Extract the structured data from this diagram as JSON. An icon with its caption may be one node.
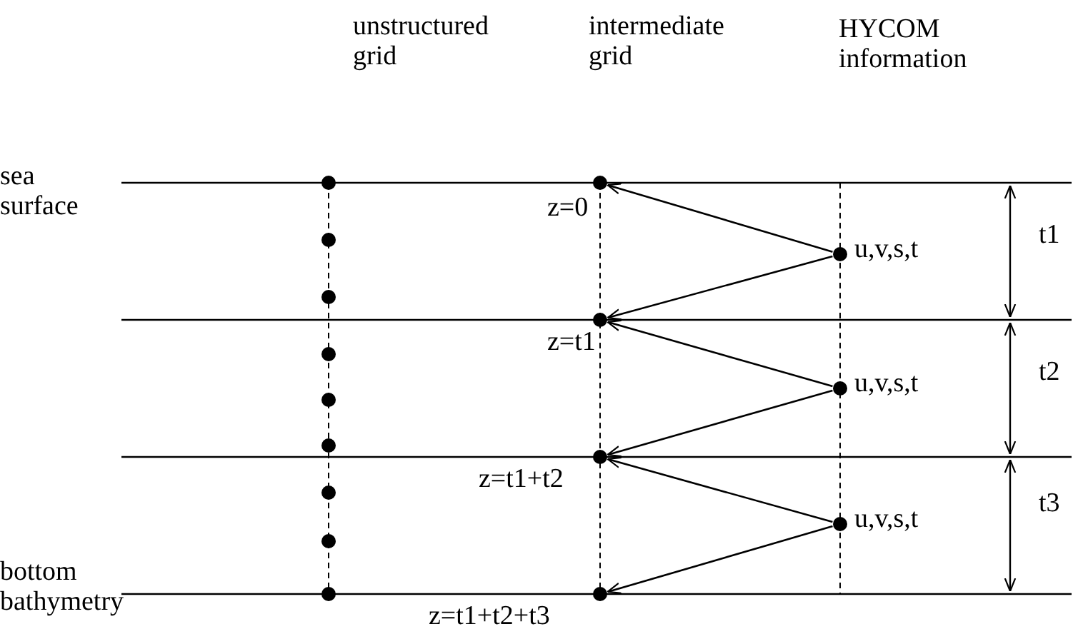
{
  "diagram": {
    "nodes": [
      {
        "text": [],
        "shape": "circle",
        "beside": [
          "z=0"
        ]
      },
      {
        "text": [],
        "shape": "circle",
        "beside": [
          "z=t1"
        ]
      },
      {
        "text": [],
        "shape": "circle",
        "beside": [
          "z=t1+t2"
        ]
      },
      {
        "text": [],
        "shape": "circle",
        "beside": [
          "z=t1+t2+t3"
        ]
      },
      {
        "text": [],
        "shape": "circle",
        "beside": [
          "u,v,s,t"
        ]
      },
      {
        "text": [],
        "shape": "circle",
        "beside": [
          "u,v,s,t"
        ]
      },
      {
        "text": [],
        "shape": "circle",
        "beside": [
          "u,v,s,t"
        ]
      }
    ],
    "edges": [
      {
        "from": 4,
        "to": 0,
        "arrow": "to"
      },
      {
        "from": 4,
        "to": 1,
        "arrow": "to"
      },
      {
        "from": 5,
        "to": 1,
        "arrow": "to"
      },
      {
        "from": 5,
        "to": 2,
        "arrow": "to"
      },
      {
        "from": 6,
        "to": 2,
        "arrow": "to"
      },
      {
        "from": 6,
        "to": 3,
        "arrow": "to"
      }
    ],
    "labels": [
      "unstructured grid",
      "intermediate grid",
      "HYCOM information",
      "sea surface",
      "t1",
      "t2",
      "t3",
      "bottom bathymetry"
    ]
  }
}
